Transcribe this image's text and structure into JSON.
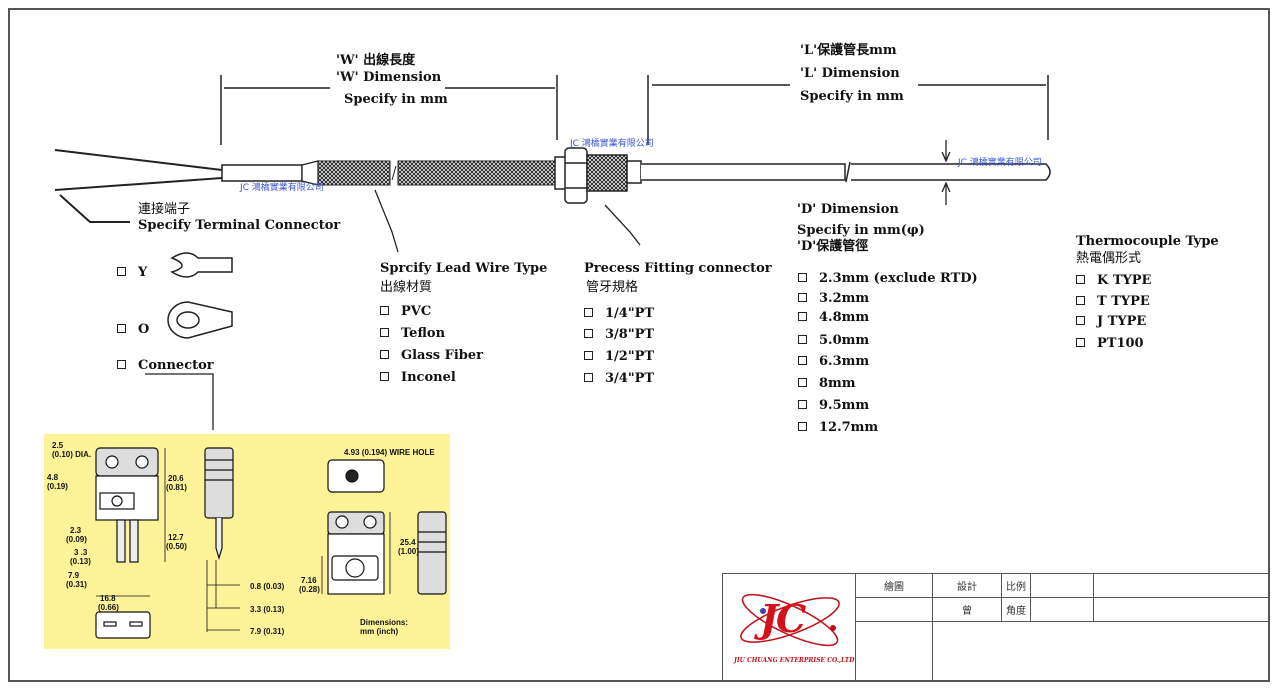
{
  "w_dimension": {
    "cn": "'W' 出線長度",
    "en": "'W' Dimension",
    "specify": "Specify in mm"
  },
  "l_dimension": {
    "cn": "'L'保護管長mm",
    "en": "'L' Dimension",
    "specify": "Specify in mm"
  },
  "d_dimension": {
    "en": "'D' Dimension",
    "specify": "Specify in mm(φ)",
    "cn": "'D'保護管徑",
    "options": [
      "2.3mm (exclude RTD)",
      "3.2mm",
      "4.8mm",
      "5.0mm",
      "6.3mm",
      "8mm",
      "9.5mm",
      "12.7mm"
    ]
  },
  "watermark": "JC 鴻橋實業有限公司",
  "terminal": {
    "cn": "連接端子",
    "en": "Specify Terminal Connector",
    "options": [
      "Y",
      "O",
      "Connector"
    ]
  },
  "lead_wire": {
    "en": "Sprcify Lead Wire Type",
    "cn": "出線材質",
    "options": [
      "PVC",
      "Teflon",
      "Glass Fiber",
      "Inconel"
    ]
  },
  "fitting": {
    "en": "Precess Fitting connector",
    "cn": "管牙規格",
    "options": [
      "1/4\"PT",
      "3/8\"PT",
      "1/2\"PT",
      "3/4\"PT"
    ]
  },
  "thermocouple": {
    "en": "Thermocouple Type",
    "cn": "熱電偶形式",
    "options": [
      "K TYPE",
      "T TYPE",
      "J TYPE",
      "PT100"
    ]
  },
  "connector_dims": {
    "dia": "2.5",
    "dia_in": "(0.10) DIA.",
    "d48": "4.8",
    "d48_in": "(0.19)",
    "d206": "20.6",
    "d206_in": "(0.81)",
    "d23": "2.3",
    "d23_in": "(0.09)",
    "d127": "12.7",
    "d127_in": "(0.50)",
    "d33": "3 .3",
    "d33_in": "(0.13)",
    "d79": "7.9",
    "d79_in": "(0.31)",
    "d168": "16.8",
    "d168_in": "(0.66)",
    "d08": "0.8 (0.03)",
    "d33b": "3.3 (0.13)",
    "d79b": "7.9 (0.31)",
    "wire_hole": "4.93 (0.194) WIRE HOLE",
    "d254": "25.4",
    "d254_in": "(1.00)",
    "d716": "7.16",
    "d716_in": "(0.28)",
    "dimensions": "Dimensions:",
    "units": "mm (inch)"
  },
  "title_block": {
    "drawn": "繪圖",
    "design": "設計",
    "scale": "比例",
    "name": "曾",
    "angle": "角度",
    "logo": "JC",
    "company": "JIU CHUANG ENTERPRISE CO.,LTD"
  },
  "colors": {
    "watermark": "#3a55d6",
    "drawing_bg": "#fff39a",
    "logo": "#d4121a"
  }
}
